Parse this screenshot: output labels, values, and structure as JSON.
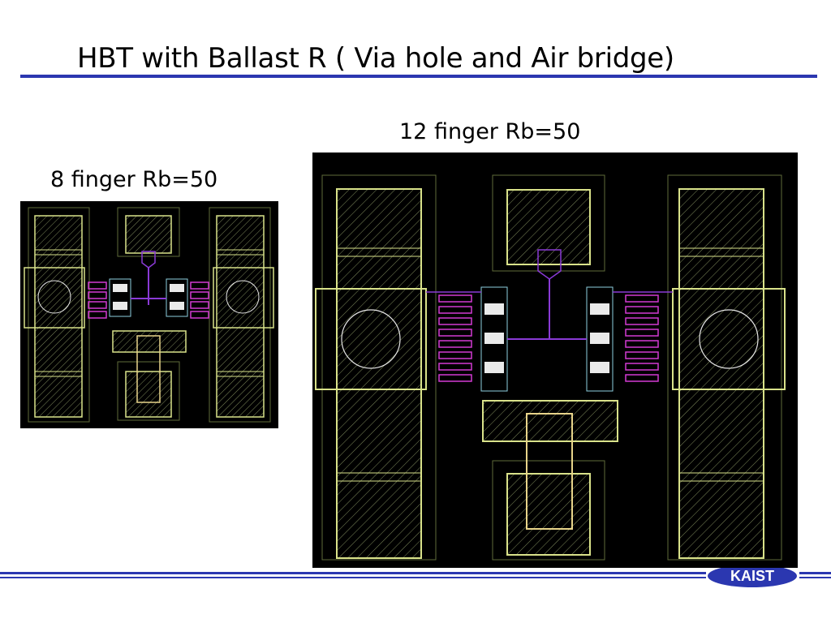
{
  "slide": {
    "title": "HBT with Ballast R ( Via hole and Air bridge)",
    "caption_small": "8 finger Rb=50",
    "caption_large": "12 finger Rb=50",
    "logo_text": "KAIST"
  },
  "colors": {
    "accent_rule": "#2b37b0",
    "layout_bg": "#000000",
    "metal_outline": "#d9e28a",
    "pad_outline": "#8c9a4a",
    "hatch": "#7f8a5c",
    "resistor": "#d23ad2",
    "wire": "#8a3ad6",
    "finger": "#eaeaea",
    "via_circle": "#e6e6e6"
  },
  "icons": {
    "logo": "kaist-logo-icon"
  }
}
